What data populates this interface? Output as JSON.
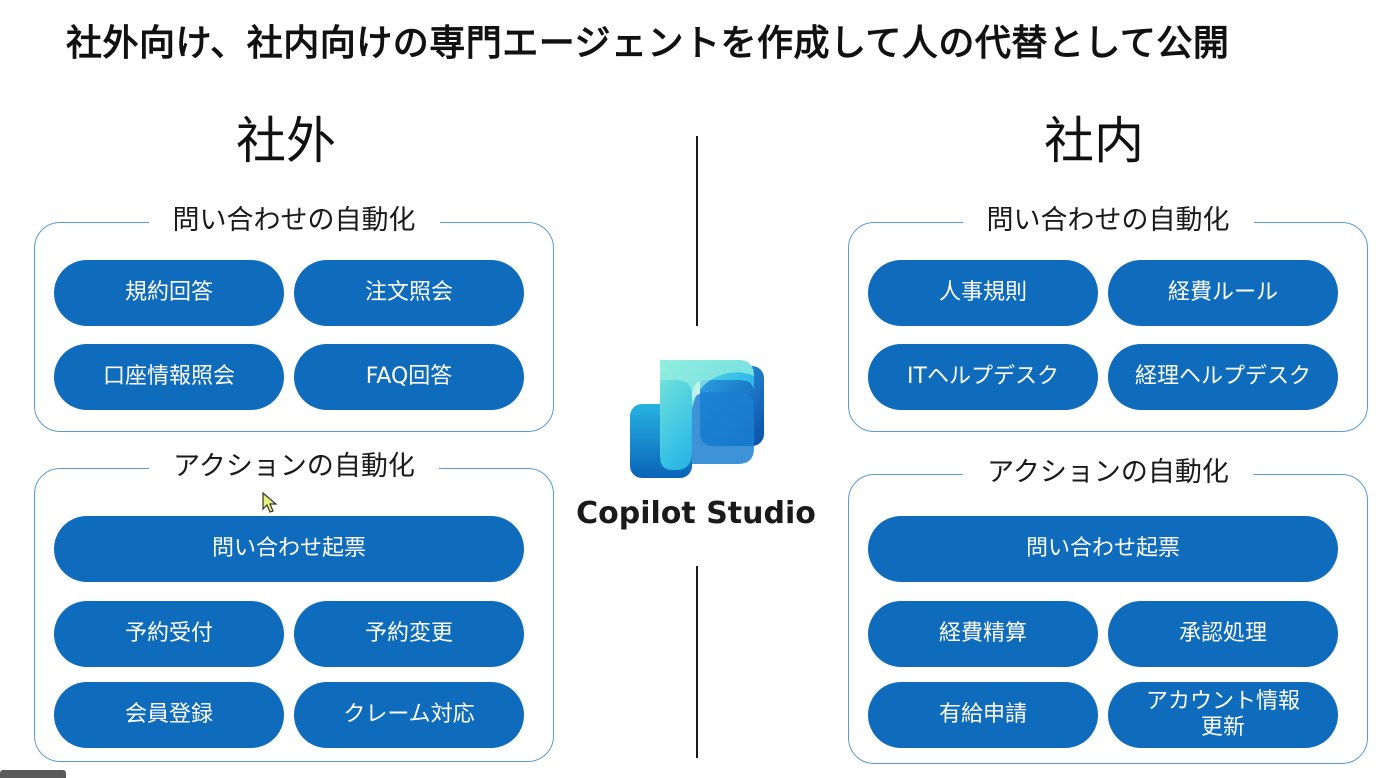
{
  "slide": {
    "title": "社外向け、社内向けの専門エージェントを作成して人の代替として公開"
  },
  "external": {
    "heading": "社外",
    "inquiry": {
      "label": "問い合わせの自動化",
      "items": [
        "規約回答",
        "注文照会",
        "口座情報照会",
        "FAQ回答"
      ]
    },
    "action": {
      "label": "アクションの自動化",
      "wide_item": "問い合わせ起票",
      "items": [
        "予約受付",
        "予約変更",
        "会員登録",
        "クレーム対応"
      ]
    }
  },
  "internal": {
    "heading": "社内",
    "inquiry": {
      "label": "問い合わせの自動化",
      "items": [
        "人事規則",
        "経費ルール",
        "ITヘルプデスク",
        "経理ヘルプデスク"
      ]
    },
    "action": {
      "label": "アクションの自動化",
      "wide_item": "問い合わせ起票",
      "items": [
        "経費精算",
        "承認処理",
        "有給申請",
        "アカウント情報更新"
      ]
    }
  },
  "logo": {
    "name": "Copilot Studio",
    "icon": "copilot-studio-logo-icon"
  },
  "colors": {
    "pill": "#0f6cbd",
    "box_border": "#5b9bd5",
    "text": "#111111"
  }
}
